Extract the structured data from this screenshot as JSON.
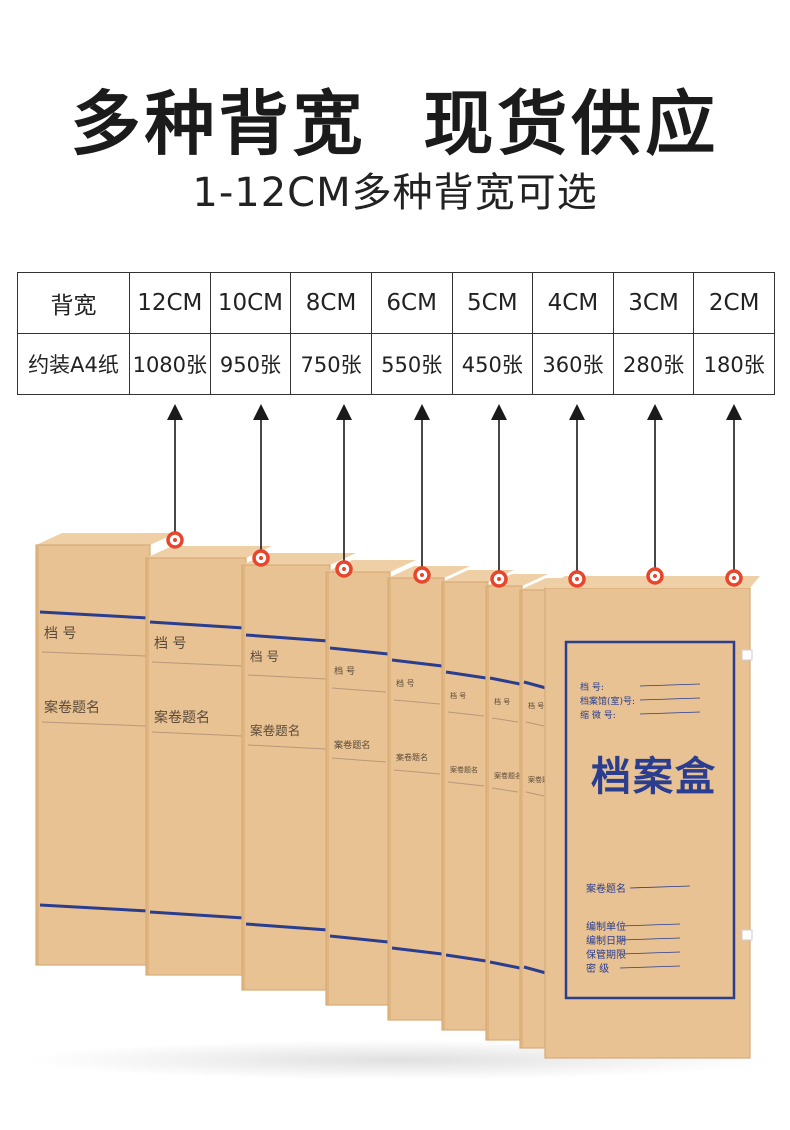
{
  "headline": "多种背宽  现货供应",
  "subheadline": "1-12CM多种背宽可选",
  "spec_table": {
    "row1_label": "背宽",
    "row2_label": "约装A4纸",
    "widths": [
      "12CM",
      "10CM",
      "8CM",
      "6CM",
      "5CM",
      "4CM",
      "3CM",
      "2CM"
    ],
    "capacities": [
      "1080张",
      "950张",
      "750张",
      "550张",
      "450张",
      "360张",
      "280张",
      "180张"
    ]
  },
  "box_labels": {
    "spine_number": "档  号",
    "spine_title": "案卷题名",
    "front_big_title": "档案盒",
    "front_field_number": "档       号:",
    "front_field_archive": "档案馆(室)号:",
    "front_field_microfilm": "缩  微  号:",
    "front_field_title": "案卷题名",
    "front_field_unit": "编制单位",
    "front_field_date": "编制日期",
    "front_field_period": "保管期限",
    "front_field_secret": "密      级"
  },
  "colors": {
    "kraft": "#e8c292",
    "kraft_dark": "#d8ab77",
    "kraft_side": "#deb583",
    "print_blue": "#2a3d8f",
    "marker_red": "#e8452c",
    "arrow": "#1a1a1a"
  }
}
